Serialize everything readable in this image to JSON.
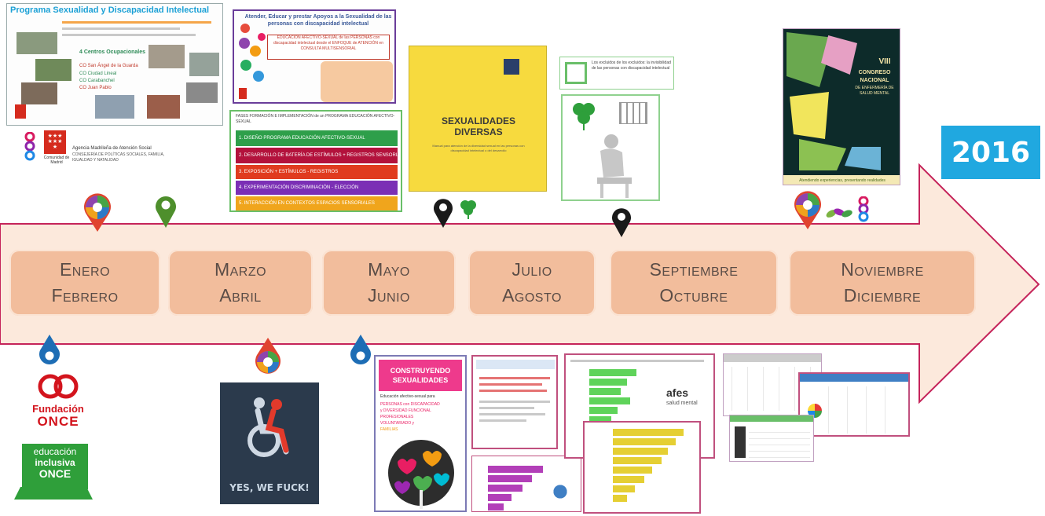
{
  "year": "2016",
  "periods": [
    {
      "line1": "Enero",
      "line2": "Febrero"
    },
    {
      "line1": "Marzo",
      "line2": "Abril"
    },
    {
      "line1": "Mayo",
      "line2": "Junio"
    },
    {
      "line1": "Julio",
      "line2": "Agosto"
    },
    {
      "line1": "Septiembre",
      "line2": "Octubre"
    },
    {
      "line1": "Noviembre",
      "line2": "Diciembre"
    }
  ],
  "thumbnails": {
    "programa": {
      "title": "Programa Sexualidad y Discapacidad Intelectual",
      "centros": "4 Centros Ocupacionales",
      "centro_1": "CO San Ángel de la Guarda",
      "centro_2": "CO Ciudad Lineal",
      "centro_3": "CO Carabanchel",
      "centro_4": "CO Juan Pablo",
      "agency": "Agencia Madrileña de Atención Social",
      "consejeria": "CONSEJERÍA DE POLÍTICAS SOCIALES, FAMILIA, IGUALDAD Y NATALIDAD",
      "region": "Comunidad de Madrid"
    },
    "atender": {
      "title": "Atender, Educar y prestar Apoyos a la Sexualidad de las personas con discapacidad intelectual",
      "box": "EDUCACIÓN AFECTIVO-SEXUAL de las PERSONAS con discapacidad intelectual desde el ENFOQUE de ATENCIÓN en CONSULTA MULTISENSORIAL"
    },
    "fases": [
      "1. DISEÑO PROGRAMA EDUCACIÓN AFECTIVO-SEXUAL",
      "2. DESARROLLO DE BATERÍA DE ESTÍMULOS + REGISTROS SENSORIALES",
      "3. EXPOSICIÓN + ESTÍMULOS - REGISTROS",
      "4. EXPERIMENTACIÓN DISCRIMINACIÓN - ELECCIÓN",
      "5. INTERACCIÓN EN CONTEXTOS ESPACIOS SENSORIALES"
    ],
    "fases_header": "FASES FORMACIÓN E IMPLEMENTACIÓN de un PROGRAMA EDUCACIÓN AFECTIVO-SEXUAL",
    "sexualidades": {
      "title": "SEXUALIDADES DIVERSAS",
      "subtitle": "Manual para atención de la diversidad sexual en las personas con discapacidad intelectual o del desarrollo"
    },
    "excluidos": "Los excluidos de los excluidos: la invisibilidad de las personas con discapacidad intelectual",
    "congreso": {
      "roman": "VIII",
      "line1": "CONGRESO",
      "line2": "NACIONAL",
      "line3": "DE ENFERMERÍA DE SALUD MENTAL",
      "footer": "Atendiendo experiencias, presentando realidades"
    },
    "construyendo": {
      "title": "CONSTRUYENDO SEXUALIDADES",
      "sub": "Educación afectivo-sexual para",
      "l1": "PERSONAS con DISCAPACIDAD",
      "l2": "y DIVERSIDAD FUNCIONAL",
      "l3": "PROFESIONALES",
      "l4": "VOLUNTARIADO y",
      "l5": "FAMILIAS"
    },
    "afes": {
      "brand": "afes",
      "sub": "salud mental"
    }
  },
  "logos": {
    "fundacion": "Fundación",
    "once": "ONCE",
    "edu1": "educación",
    "edu2": "inclusiva",
    "edu3": "ONCE",
    "poster": "YES, WE FUCK!"
  },
  "colors": {
    "arrow_fill": "#fce9dc",
    "arrow_stroke": "#c5245a",
    "period_box": "#f2bd9c",
    "year_box": "#20a8e0",
    "pin_blue": "#1d6db5",
    "pin_green": "#4e8f2c",
    "pin_black": "#1a1a1a"
  }
}
